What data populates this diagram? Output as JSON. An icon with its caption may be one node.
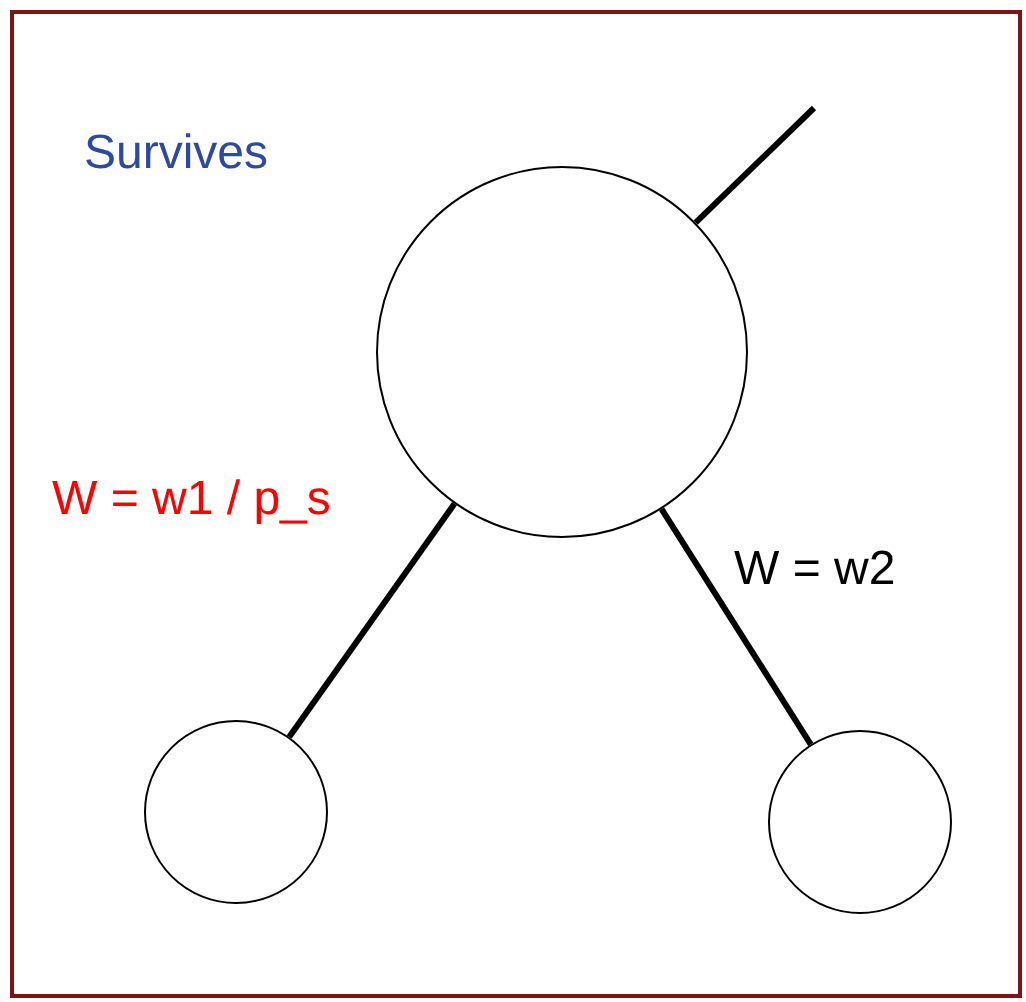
{
  "diagram": {
    "nodes": [
      {
        "text": [
          "Survives"
        ]
      },
      {
        "text": [],
        "shape": "circle",
        "in": 0
      },
      {
        "text": [],
        "shape": "circle",
        "in": 0
      },
      {
        "text": [],
        "shape": "circle",
        "in": 0
      }
    ],
    "edges": [
      {
        "from": 1,
        "to": null,
        "arrow": "none"
      },
      {
        "from": 1,
        "to": 2,
        "arrow": "none",
        "label": "W = w1 / p_s"
      },
      {
        "from": 1,
        "to": 3,
        "arrow": "none",
        "label": "W = w2"
      }
    ]
  }
}
